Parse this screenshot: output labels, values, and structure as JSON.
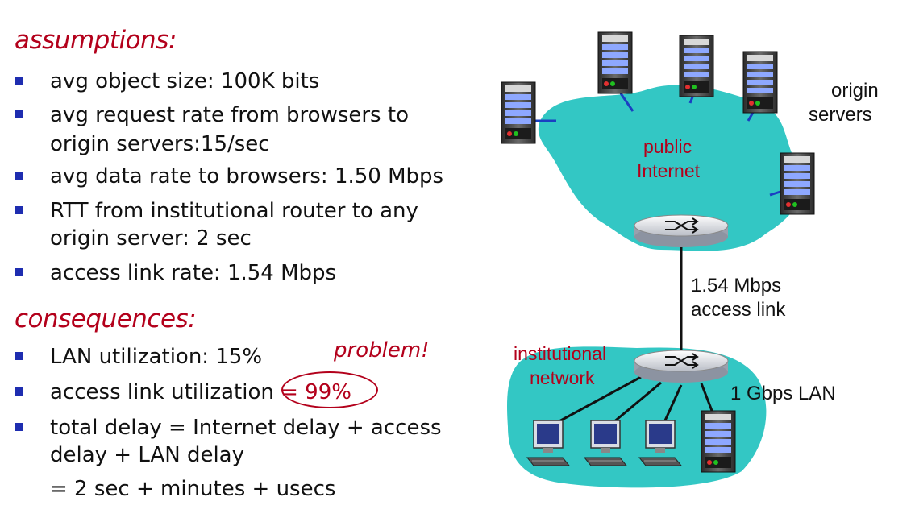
{
  "assumptions": {
    "heading": "assumptions:",
    "items": [
      {
        "line1": "avg object size: 100K bits",
        "line2": ""
      },
      {
        "line1": "avg request rate from browsers to",
        "line2": "origin servers:15/sec"
      },
      {
        "line1": "avg data rate to browsers: 1.50 Mbps",
        "line2": ""
      },
      {
        "line1": "RTT from institutional router to any",
        "line2": "origin server: 2 sec"
      },
      {
        "line1": "access link rate: 1.54 Mbps",
        "line2": ""
      }
    ]
  },
  "consequences": {
    "heading": "consequences:",
    "lan_util": "LAN utilization: 15%",
    "problem": "problem!",
    "access_util_prefix": "access link utilization ",
    "access_util_value": "= 99%",
    "delay_line1": "total delay   = Internet delay + access",
    "delay_line2": "delay + LAN delay",
    "delay_line3": "=  2 sec + minutes + usecs"
  },
  "diagram": {
    "origin_servers": [
      "origin",
      "servers"
    ],
    "public_internet": [
      "public",
      "Internet"
    ],
    "access_link": [
      "1.54 Mbps",
      "access link"
    ],
    "institutional_network": [
      "institutional",
      "network"
    ],
    "lan": "1 Gbps LAN"
  },
  "colors": {
    "accent_red": "#b3001b",
    "bullet_blue": "#1e2db0",
    "cloud_teal": "#33c7c4",
    "link_blue": "#1a3fc2"
  }
}
